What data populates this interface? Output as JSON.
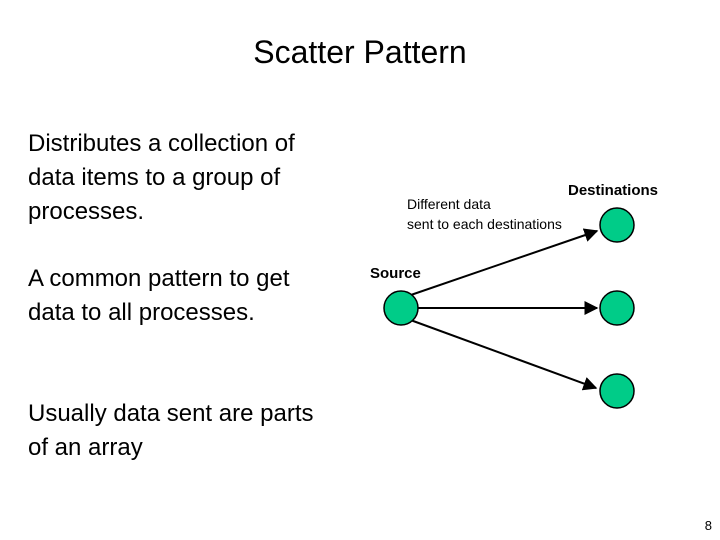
{
  "title": "Scatter Pattern",
  "paragraphs": [
    "Distributes a collection of data items to a group of processes.",
    "A common pattern to get data to all processes.",
    "Usually data sent are parts of an array"
  ],
  "diagram": {
    "destinations_label": "Destinations",
    "annotation_line1": "Different data",
    "annotation_line2": "sent to each destinations",
    "source_label": "Source",
    "node_fill": "#00cc88",
    "edge_color": "#000000"
  },
  "page_number": "8"
}
